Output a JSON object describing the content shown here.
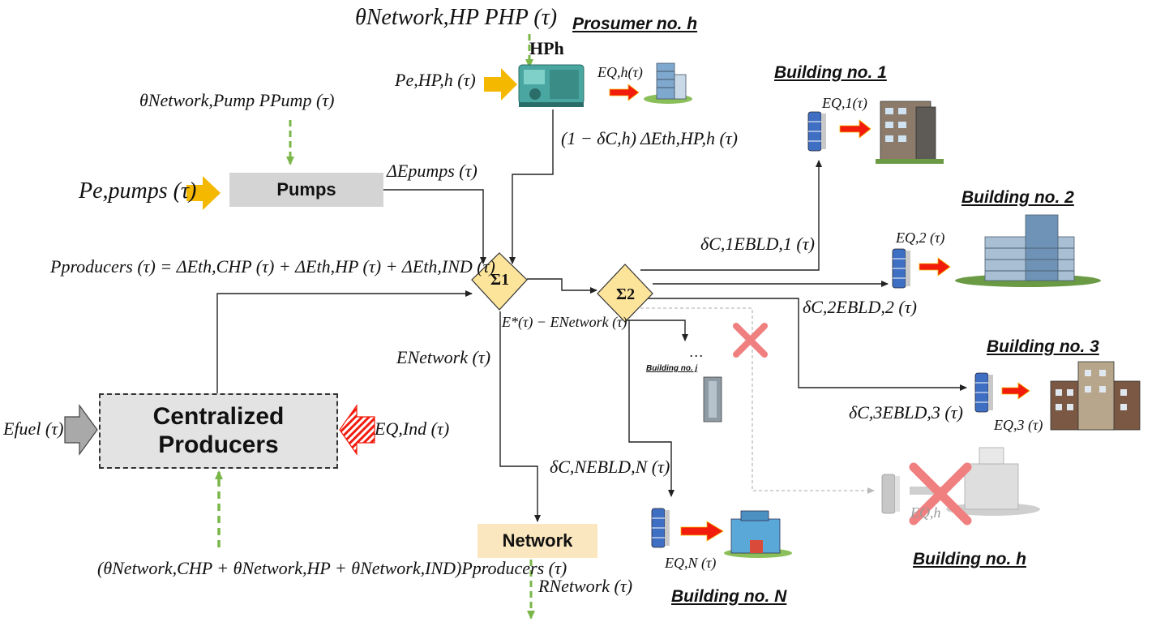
{
  "prosumer": {
    "title": "Prosumer  no. h",
    "hp_label": "HPh",
    "theta_hp": "θNetwork,HP PHP (τ)",
    "p_e_hp": "Pe,HP,h (τ)",
    "e_q_h": "EQ,h(τ)",
    "feed": "(1 − δC,h) ΔEth,HP,h (τ)"
  },
  "pumps": {
    "label": "Pumps",
    "theta": "θNetwork,Pump PPump (τ)",
    "p_e": "Pe,pumps (τ)",
    "delta_e": "ΔEpumps (τ)"
  },
  "producers": {
    "label_line1": "Centralized",
    "label_line2": "Producers",
    "equation": "Pproducers (τ) = ΔEth,CHP (τ) + ΔEth,HP (τ) + ΔEth,IND (τ)",
    "fuel": "Efuel (τ)",
    "e_q_ind": "EQ,Ind (τ)",
    "theta_sum": "(θNetwork,CHP + θNetwork,HP + θNetwork,IND)Pproducers (τ)"
  },
  "sums": {
    "s1": "Σ1",
    "s2": "Σ2",
    "between": "E*(τ) − ENetwork (τ)"
  },
  "network": {
    "label": "Network",
    "e_network": "ENetwork (τ)",
    "r_network": "RNetwork (τ)"
  },
  "buildings": {
    "b1": {
      "title": "Building no. 1",
      "eq": "EQ,1(τ)",
      "flow": "δC,1EBLD,1 (τ)"
    },
    "b2": {
      "title": "Building no. 2",
      "eq": "EQ,2 (τ)",
      "flow": "δC,2EBLD,2 (τ)"
    },
    "b3": {
      "title": "Building no. 3",
      "eq": "EQ,3 (τ)",
      "flow": "δC,3EBLD,3 (τ)"
    },
    "bj": {
      "title": "Building no. j",
      "dots": "…"
    },
    "bN": {
      "title": "Building no. N",
      "eq": "EQ,N (τ)",
      "flow": "δC,NEBLD,N (τ)"
    },
    "bh": {
      "title": "Building no. h",
      "eq": "EQ,h"
    }
  },
  "colors": {
    "green_dash": "#7ab648",
    "orange_arrow": "#f5b800",
    "red_arrow": "#f21c0d",
    "diamond": "#fce49b",
    "cross": "#f08080"
  }
}
